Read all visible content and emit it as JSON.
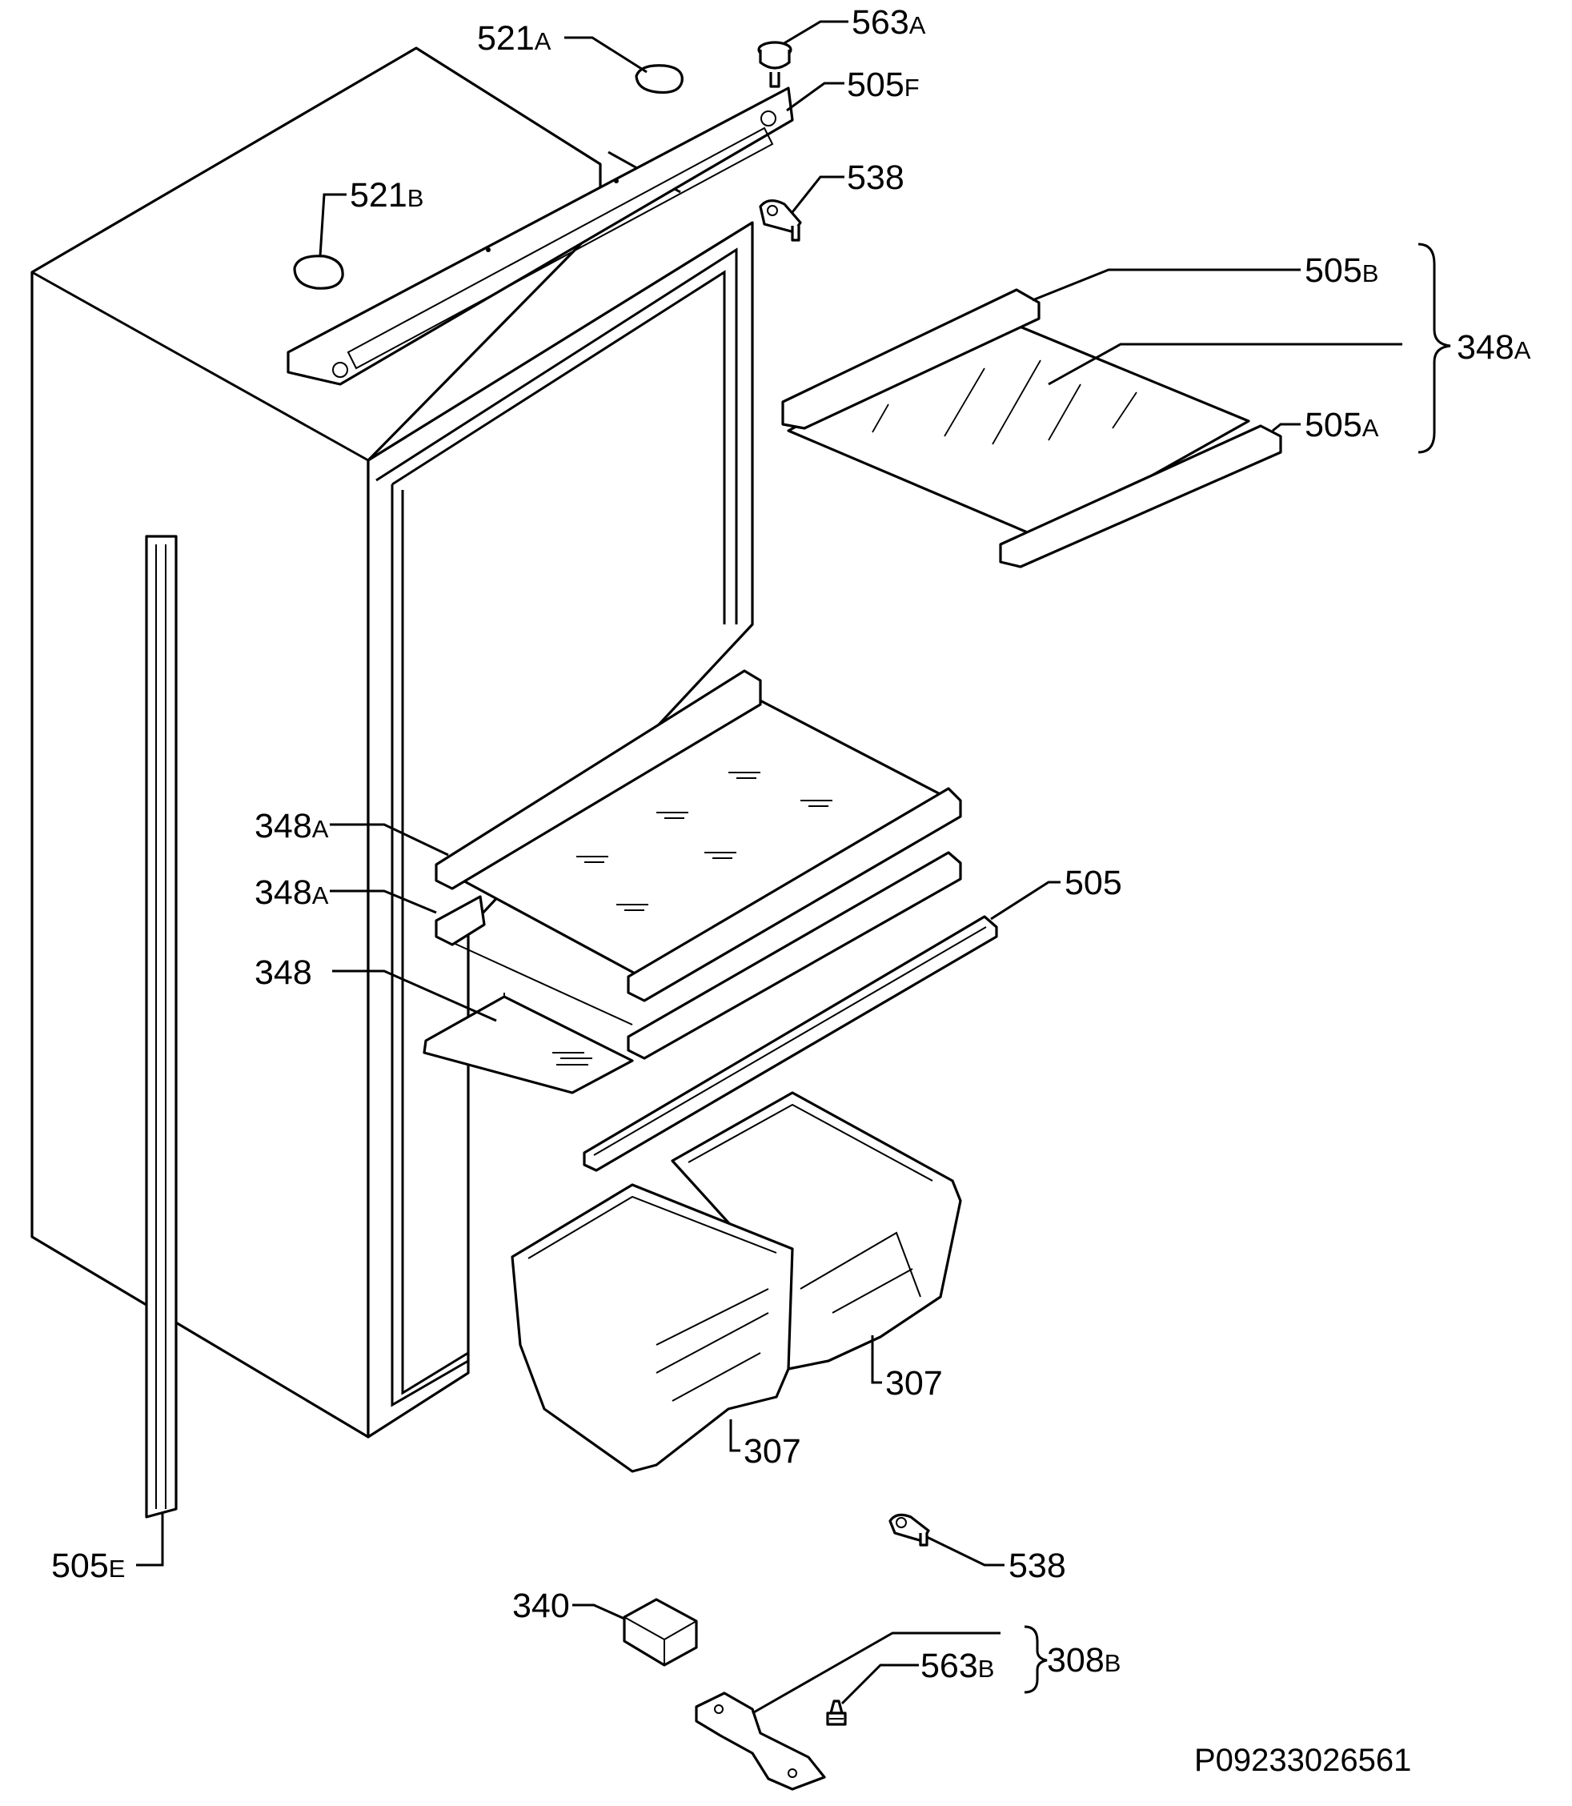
{
  "diagram": {
    "drawing_code": "P09233026561",
    "callouts": [
      {
        "id": "c-521a",
        "num": "521",
        "suffix": "A"
      },
      {
        "id": "c-563a",
        "num": "563",
        "suffix": "A"
      },
      {
        "id": "c-505f",
        "num": "505",
        "suffix": "F"
      },
      {
        "id": "c-521b",
        "num": "521",
        "suffix": "B"
      },
      {
        "id": "c-538-top",
        "num": "538",
        "suffix": ""
      },
      {
        "id": "c-505b",
        "num": "505",
        "suffix": "B"
      },
      {
        "id": "c-348a-group",
        "num": "348",
        "suffix": "A"
      },
      {
        "id": "c-505a",
        "num": "505",
        "suffix": "A"
      },
      {
        "id": "c-348a-1",
        "num": "348",
        "suffix": "A"
      },
      {
        "id": "c-348a-2",
        "num": "348",
        "suffix": "A"
      },
      {
        "id": "c-505",
        "num": "505",
        "suffix": ""
      },
      {
        "id": "c-348",
        "num": "348",
        "suffix": ""
      },
      {
        "id": "c-307-right",
        "num": "307",
        "suffix": ""
      },
      {
        "id": "c-307-left",
        "num": "307",
        "suffix": ""
      },
      {
        "id": "c-505e",
        "num": "505",
        "suffix": "E"
      },
      {
        "id": "c-538-bottom",
        "num": "538",
        "suffix": ""
      },
      {
        "id": "c-340",
        "num": "340",
        "suffix": ""
      },
      {
        "id": "c-563b",
        "num": "563",
        "suffix": "B"
      },
      {
        "id": "c-308b",
        "num": "308",
        "suffix": "B"
      }
    ]
  }
}
